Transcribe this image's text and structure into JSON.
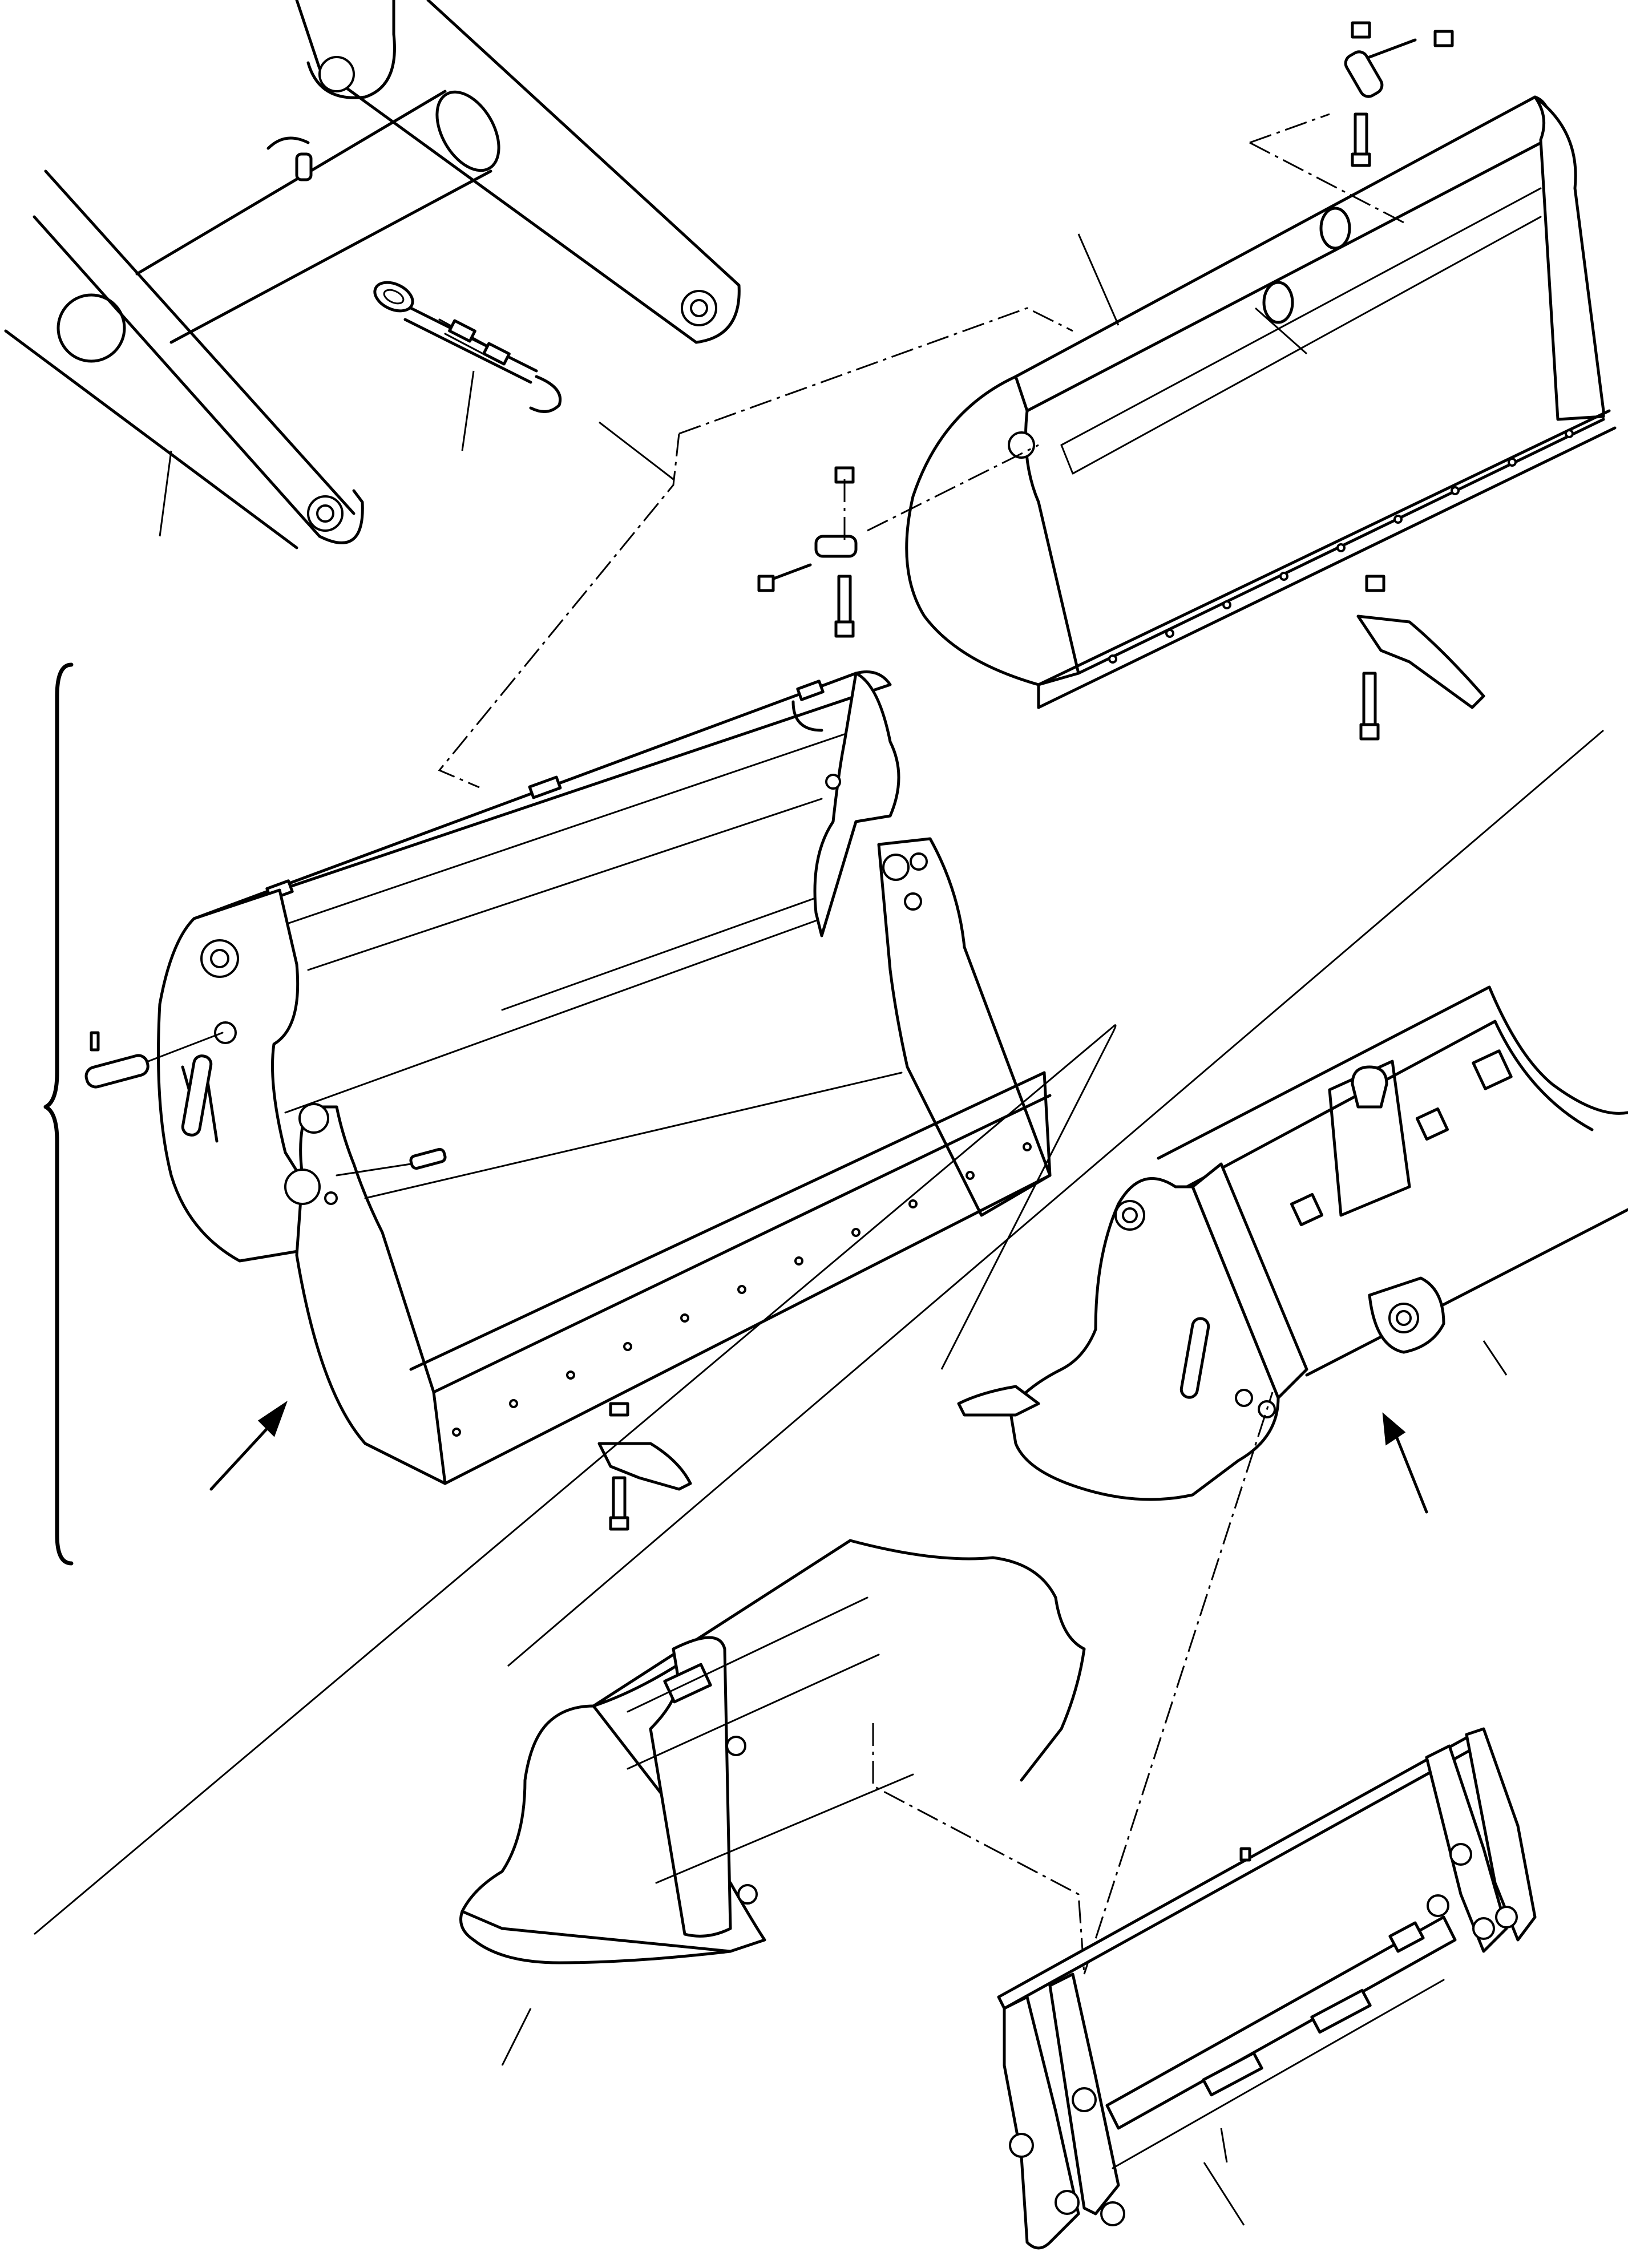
{
  "figure": {
    "parts": [
      {
        "name": "loader-arm"
      },
      {
        "name": "turnbuckle"
      },
      {
        "name": "general-purpose-bucket"
      },
      {
        "name": "multi-purpose-bucket"
      },
      {
        "name": "quick-coupler-bucket"
      },
      {
        "name": "wide-bucket"
      },
      {
        "name": "quick-coupler-frame"
      },
      {
        "name": "bucket-tooth"
      },
      {
        "name": "pivot-pin"
      },
      {
        "name": "grease-fitting"
      },
      {
        "name": "bolt"
      },
      {
        "name": "nut"
      }
    ]
  }
}
